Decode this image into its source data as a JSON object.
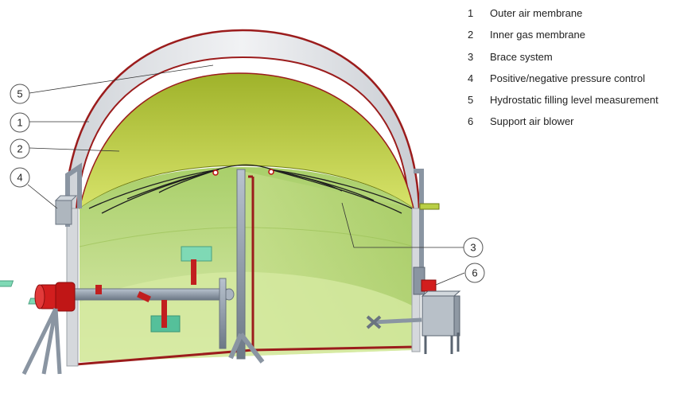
{
  "legend": {
    "items": [
      {
        "number": "1",
        "label": "Outer air membrane"
      },
      {
        "number": "2",
        "label": "Inner gas membrane"
      },
      {
        "number": "3",
        "label": "Brace system"
      },
      {
        "number": "4",
        "label": "Positive/negative pressure control"
      },
      {
        "number": "5",
        "label": "Hydrostatic filling level measurement"
      },
      {
        "number": "6",
        "label": "Support air blower"
      }
    ]
  },
  "callouts": {
    "c1": "1",
    "c2": "2",
    "c3": "3",
    "c4": "4",
    "c5": "5",
    "c6": "6"
  },
  "colors": {
    "outer_membrane": "#e4e6ea",
    "inner_membrane": "#b7c84a",
    "tank_fill": "#c9e08c",
    "tank_rim": "#9b1c1c",
    "pipe": "#8e9aa8",
    "blower": "#d21e1e",
    "plate": "#7fd9b5"
  }
}
